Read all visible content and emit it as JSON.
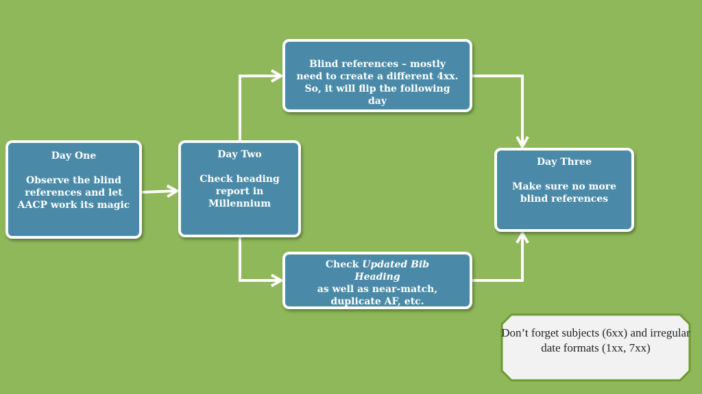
{
  "boxes": {
    "day_one": {
      "title": "Day One",
      "body": "Observe the blind references and let AACP work its magic"
    },
    "day_two": {
      "title": "Day Two",
      "body": "Check heading report in Millennium"
    },
    "blind_refs": {
      "text": "Blind references – mostly need to create a different 4xx.  So, it will flip the following day"
    },
    "check_updated": {
      "prefix": "Check ",
      "italic": "Updated Bib Heading",
      "rest": "as well as near-match, duplicate AF, etc."
    },
    "day_three": {
      "title": "Day Three",
      "body": "Make sure no more blind references"
    }
  },
  "note": {
    "text": "Don’t forget subjects (6xx) and irregular date formats (1xx, 7xx)"
  },
  "colors": {
    "background": "#8fb85a",
    "box_fill": "#4a8aa8",
    "note_fill": "#f2f2f2",
    "note_border": "#6b9a2f"
  }
}
